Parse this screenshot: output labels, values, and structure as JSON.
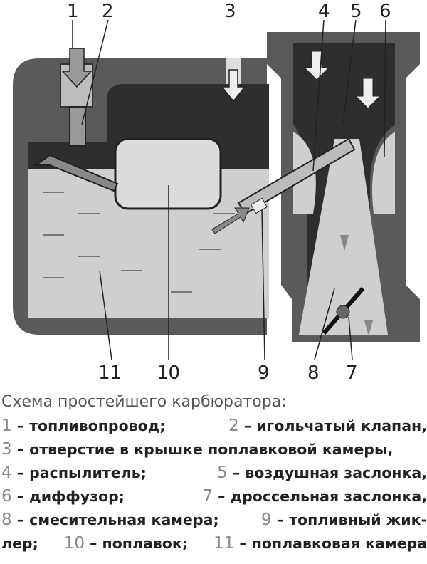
{
  "callouts_top": [
    "1",
    "2",
    "3",
    "4",
    "5",
    "6"
  ],
  "callouts_bottom": [
    "11",
    "10",
    "9",
    "8",
    "7"
  ],
  "caption": {
    "title": "Схема простейшего карбюратора:",
    "lines": [
      [
        {
          "n": "1",
          "t": " – топливопровод;"
        },
        {
          "n": "2",
          "t": " – игольчатый клапан,"
        }
      ],
      [
        {
          "n": "3",
          "t": " – отверстие в крышке поплавковой камеры,"
        }
      ],
      [
        {
          "n": "4",
          "t": " – распылитель;"
        },
        {
          "n": "5",
          "t": " – воздушная заслонка,"
        }
      ],
      [
        {
          "n": "6",
          "t": " – диффузор;"
        },
        {
          "n": "7",
          "t": " – дроссельная заслонка,"
        }
      ],
      [
        {
          "n": "8",
          "t": " – смесительная камера;"
        },
        {
          "n": "9",
          "t": " – топливный жик-"
        }
      ],
      [
        {
          "p": "лер;"
        },
        {
          "n": "10",
          "t": " – поплавок;"
        },
        {
          "n": "11",
          "t": " – поплавковая камера"
        }
      ]
    ]
  },
  "colors": {
    "body": "#5a5a5a",
    "dark": "#2e2e2e",
    "fuel": "#cfcfcf",
    "arrow": "#e8e8e8"
  }
}
